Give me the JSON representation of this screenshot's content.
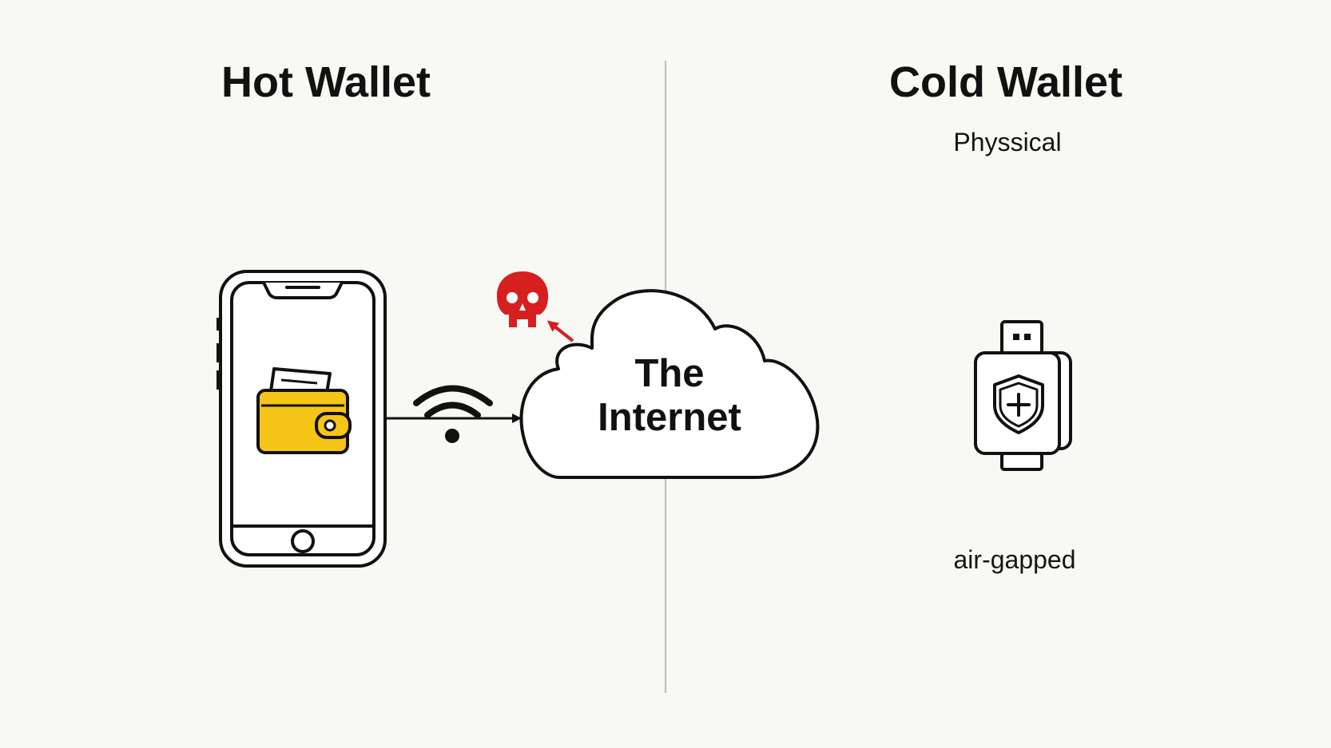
{
  "hot_wallet": {
    "title": "Hot Wallet",
    "icons": [
      "smartphone-icon",
      "wallet-icon",
      "wifi-icon",
      "skull-icon"
    ]
  },
  "internet": {
    "label_line1": "The",
    "label_line2": "Internet",
    "icon": "cloud-icon"
  },
  "cold_wallet": {
    "title": "Cold Wallet",
    "subtitle": "Physsical",
    "caption": "air-gapped",
    "icon": "usb-shield-icon"
  },
  "colors": {
    "background": "#f8f8f5",
    "stroke": "#111111",
    "divider": "#bdbdbd",
    "wallet_yellow": "#f5c518",
    "threat_red": "#d61f1f"
  }
}
